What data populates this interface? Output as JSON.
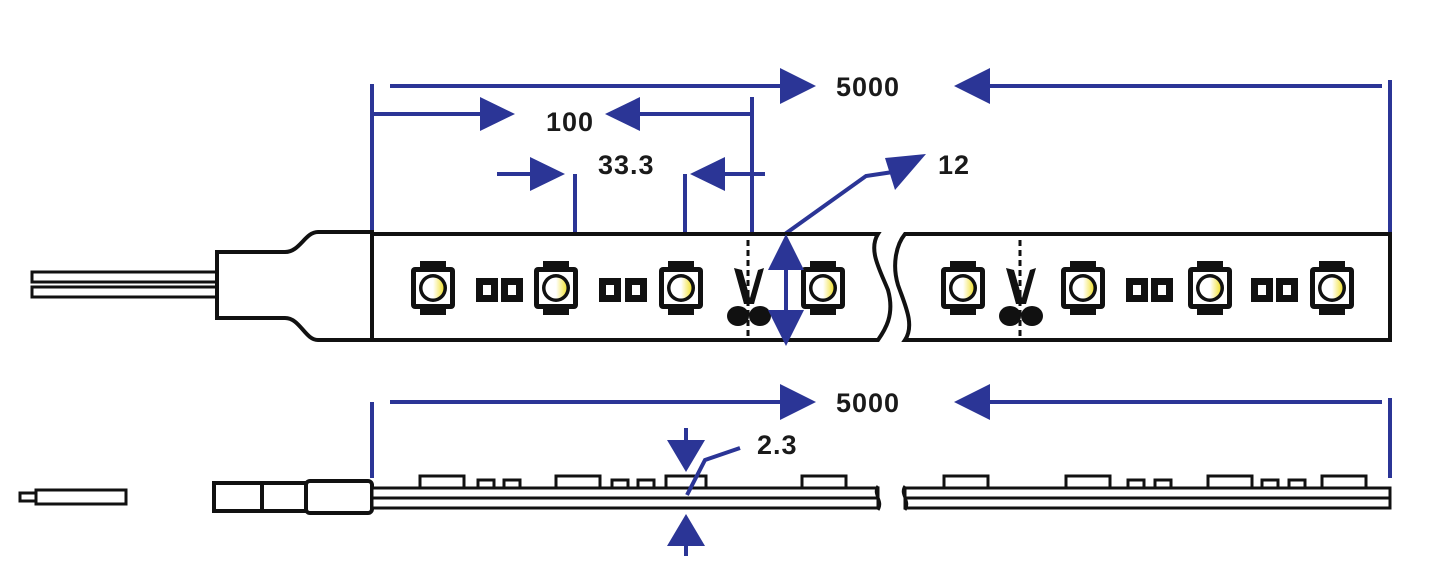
{
  "title": "LED strip dimensional drawing",
  "colors": {
    "dimension": "#2b3596",
    "outline": "#111111",
    "led": "#f2e23a"
  },
  "top_view": {
    "total_length_label": "5000",
    "cut_unit_label": "100",
    "led_pitch_label": "33.3",
    "width_label": "12"
  },
  "side_view": {
    "total_length_label": "5000",
    "thickness_label": "2.3"
  },
  "icons": [
    "scissors-icon",
    "led-chip-icon",
    "resistor-icon"
  ]
}
